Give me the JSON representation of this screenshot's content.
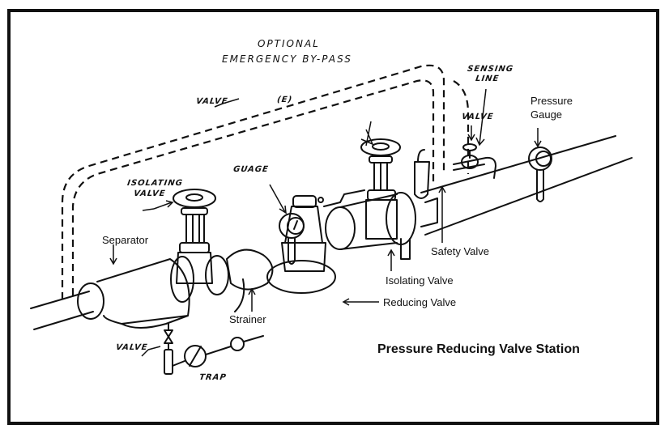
{
  "diagram": {
    "title": "Pressure Reducing Valve Station",
    "handwritten_labels": {
      "bypass_line1": "OPTIONAL",
      "bypass_line2": "EMERGENCY BY-PASS",
      "bypass_valve": "VALVE",
      "bypass_valve_tag": "(E)",
      "sensing_line1": "SENSING",
      "sensing_line2": "LINE",
      "sensing_valve": "VALVE",
      "isolating_valve_line1": "ISOLATING",
      "isolating_valve_line2": "VALVE",
      "guage": "GUAGE",
      "drain_valve": "VALVE",
      "trap": "TRAP"
    },
    "printed_labels": {
      "pressure_gauge_line1": "Pressure",
      "pressure_gauge_line2": "Gauge",
      "separator": "Separator",
      "safety_valve": "Safety Valve",
      "isolating_valve": "Isolating Valve",
      "reducing_valve": "Reducing Valve",
      "strainer": "Strainer"
    },
    "colors": {
      "ink": "#111111",
      "paper": "#ffffff"
    }
  }
}
